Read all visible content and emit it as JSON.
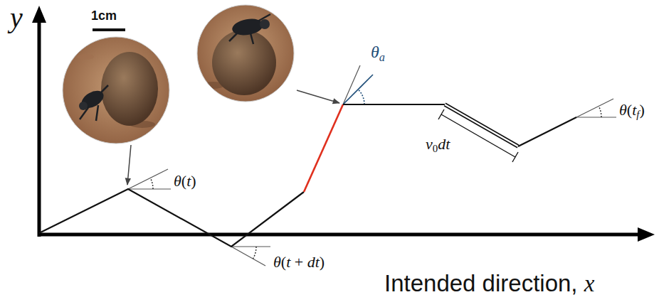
{
  "diagram": {
    "labels": [
      "y",
      "1cm",
      "θ(t)",
      "θ(t + dt)",
      "θa",
      "θ(tf)",
      "v0dt",
      "Intended direction, x"
    ]
  }
}
